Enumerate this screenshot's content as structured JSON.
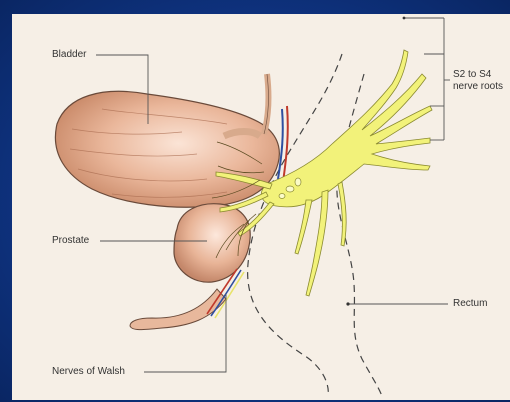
{
  "labels": {
    "bladder": "Bladder",
    "prostate": "Prostate",
    "nerves_of_walsh": "Nerves of Walsh",
    "nerve_roots_line1": "S2 to S4",
    "nerve_roots_line2": "nerve roots",
    "rectum": "Rectum"
  },
  "colors": {
    "background": "#0f3585",
    "panel": "#f6efe6",
    "nerve": "#f2f27a",
    "organ": "#e9b89c",
    "leader_line": "#555555"
  }
}
